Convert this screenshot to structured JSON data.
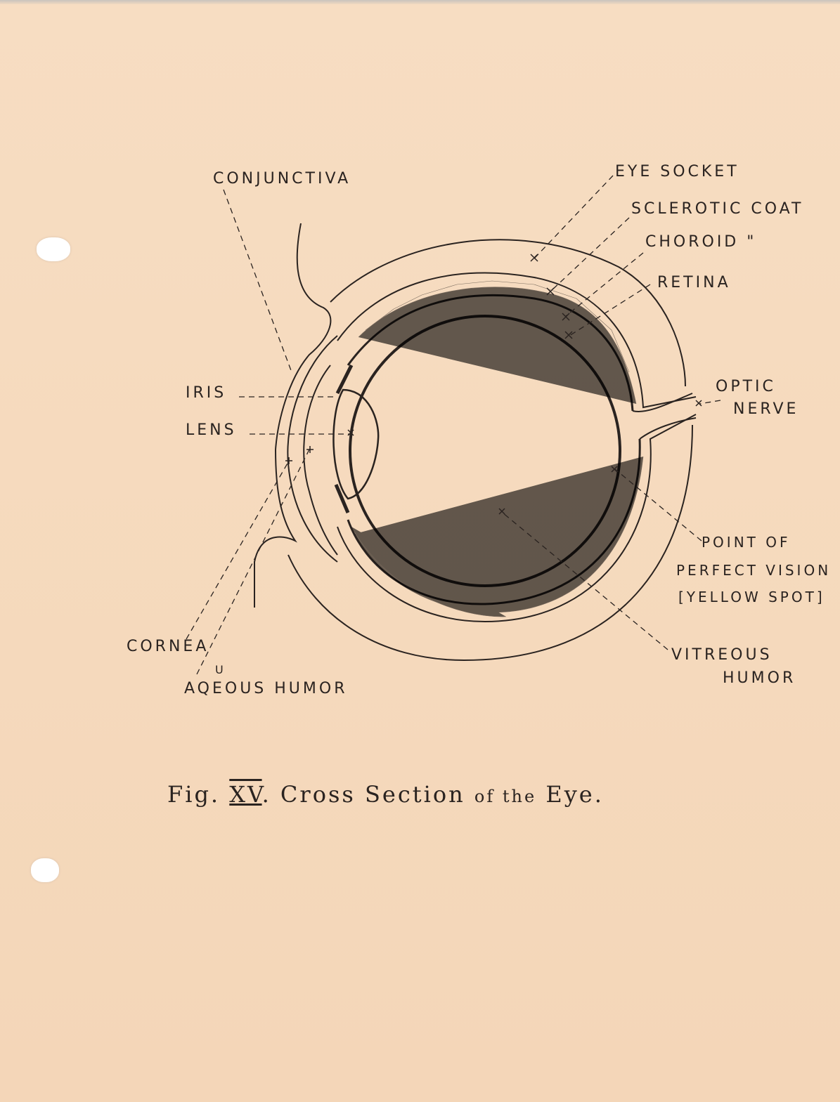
{
  "labels": {
    "conjunctiva": "Conjunctiva",
    "eye_socket": "Eye Socket",
    "sclerotic_coat": "Sclerotic Coat",
    "choroid": "Choroid \"",
    "retina": "Retina",
    "optic_nerve_1": "Optic",
    "optic_nerve_2": "Nerve",
    "iris": "Iris",
    "lens": "Lens",
    "point_1": "Point of",
    "point_2": "Perfect Vision",
    "point_3": "[Yellow Spot]",
    "cornea": "Cornea",
    "aqueous_humor": "Aqeous Humor",
    "aqueous_insert": "u",
    "vitreous_1": "Vitreous",
    "vitreous_2": "Humor"
  },
  "caption": {
    "fig": "Fig.",
    "number": "XV",
    "text_1": ". Cross Section",
    "text_2": "of the",
    "text_3": "Eye."
  },
  "colors": {
    "paper": "#f6dcc0",
    "ink": "#2a2320"
  }
}
